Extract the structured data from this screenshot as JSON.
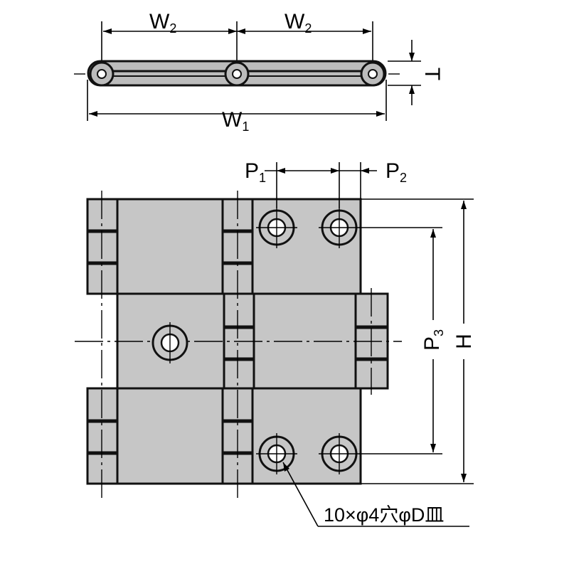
{
  "drawing": {
    "side_view": {
      "w2_left": {
        "letter": "W",
        "sub": "2"
      },
      "w2_right": {
        "letter": "W",
        "sub": "2"
      },
      "w1": {
        "letter": "W",
        "sub": "1"
      },
      "t": {
        "letter": "T"
      }
    },
    "plan_view": {
      "p1": {
        "letter": "P",
        "sub": "1"
      },
      "p2": {
        "letter": "P",
        "sub": "2"
      },
      "p3": {
        "letter": "P",
        "sub": "3"
      },
      "h": {
        "letter": "H"
      },
      "hole_note": "10×φ4穴φD皿"
    }
  },
  "colors": {
    "plate_fill": "#c6c6c6",
    "outline": "#111111",
    "background": "#ffffff"
  }
}
